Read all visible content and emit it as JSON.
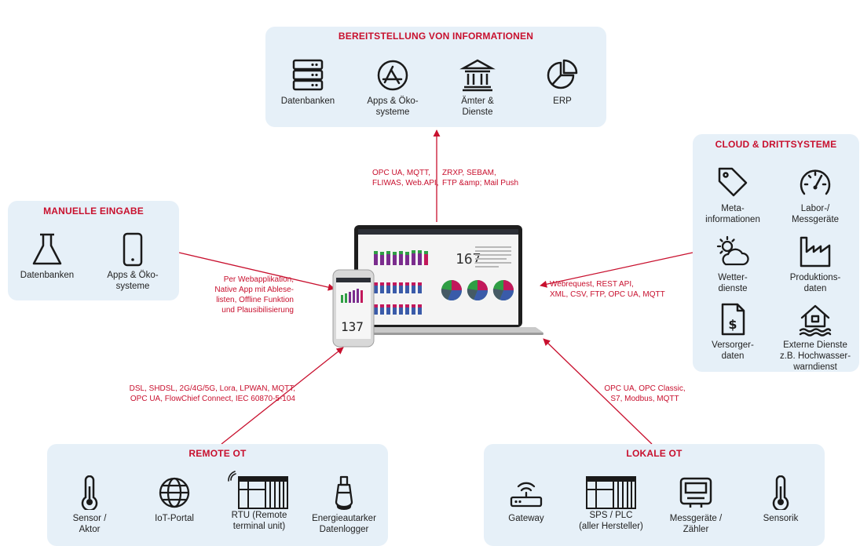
{
  "top": {
    "title": "BEREITSTELLUNG VON INFORMATIONEN",
    "items": [
      {
        "icon": "database-server-icon",
        "label": "Datenbanken"
      },
      {
        "icon": "app-store-icon",
        "label": "Apps & Öko-\nsysteme"
      },
      {
        "icon": "government-building-icon",
        "label": "Ämter &\nDienste"
      },
      {
        "icon": "pie-chart-icon",
        "label": "ERP"
      }
    ],
    "protocols_left": "OPC UA, MQTT,\nFLIWAS, Web.API,",
    "protocols_right": "ZRXP, SEBAM,\nFTP &amp; Mail Push"
  },
  "left": {
    "title": "MANUELLE EINGABE",
    "items": [
      {
        "icon": "flask-icon",
        "label": "Datenbanken"
      },
      {
        "icon": "smartphone-icon",
        "label": "Apps & Öko-\nsysteme"
      }
    ],
    "protocols": "Per Webapplikation,\nNative App mit Ablese-\nlisten, Offline Funktion\nund Plausibilisierung"
  },
  "right": {
    "title": "CLOUD & DRITTSYSTEME",
    "items": [
      {
        "icon": "tag-icon",
        "label": "Meta-\ninformationen"
      },
      {
        "icon": "gauge-icon",
        "label": "Labor-/\nMessgeräte"
      },
      {
        "icon": "weather-icon",
        "label": "Wetter-\ndienste"
      },
      {
        "icon": "factory-icon",
        "label": "Produktions-\ndaten"
      },
      {
        "icon": "invoice-icon",
        "label": "Versorger-\ndaten"
      },
      {
        "icon": "flood-house-icon",
        "label": "Externe Dienste\nz.B. Hochwasser-\nwarndienst"
      }
    ],
    "protocols": "Webrequest, REST API,\nXML, CSV, FTP, OPC UA, MQTT"
  },
  "remote": {
    "title": "REMOTE OT",
    "items": [
      {
        "icon": "thermometer-icon",
        "label": "Sensor /\nAktor"
      },
      {
        "icon": "globe-icon",
        "label": "IoT-Portal"
      },
      {
        "icon": "rtu-icon",
        "label": "RTU (Remote\nterminal unit)"
      },
      {
        "icon": "datalogger-icon",
        "label": "Energieautarker\nDatenlogger"
      }
    ],
    "protocols": "DSL, SHDSL, 2G/4G/5G, Lora, LPWAN, MQTT,\nOPC UA, FlowChief Connect, IEC 60870-5-104"
  },
  "local": {
    "title": "LOKALE OT",
    "items": [
      {
        "icon": "router-icon",
        "label": "Gateway"
      },
      {
        "icon": "plc-icon",
        "label": "SPS / PLC\n(aller Hersteller)"
      },
      {
        "icon": "meter-icon",
        "label": "Messgeräte /\nZähler"
      },
      {
        "icon": "thermometer-icon",
        "label": "Sensorik"
      }
    ],
    "protocols": "OPC UA, OPC Classic,\nS7, Modbus, MQTT"
  },
  "devices": {
    "laptop_value": "167",
    "phone_value": "137"
  },
  "colors": {
    "accent": "#c8102e",
    "panel": "#e6f0f8",
    "icon": "#1a1a1a"
  }
}
